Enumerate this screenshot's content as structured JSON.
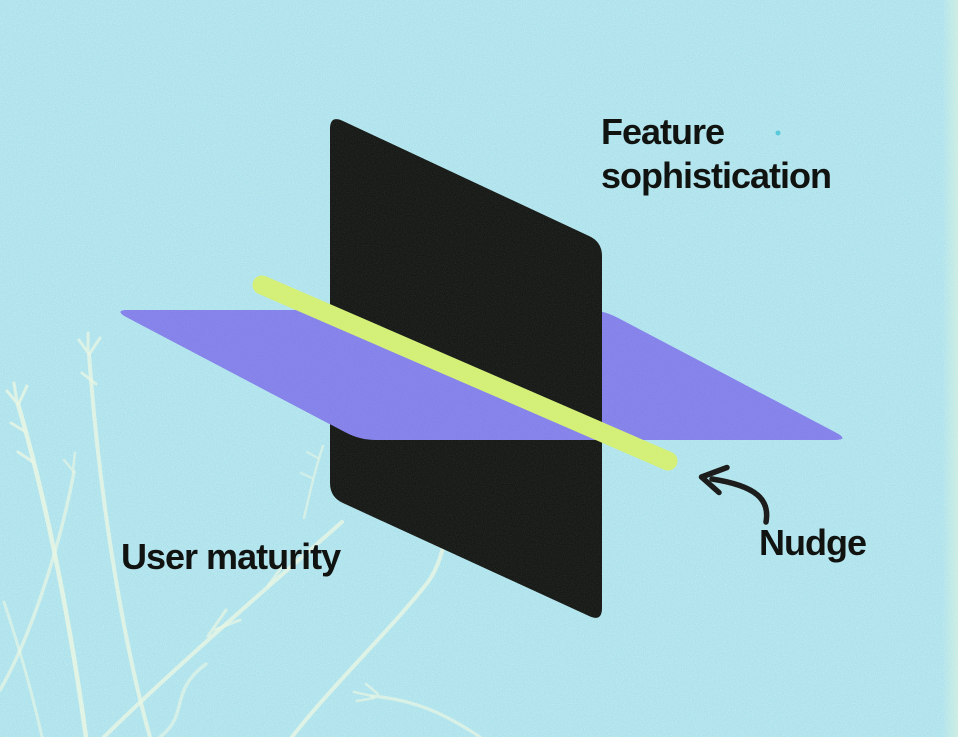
{
  "title": "Nudge concept diagram",
  "diagram": {
    "labels": {
      "feature_sophistication": "Feature sophistication",
      "user_maturity": "User maturity",
      "nudge": "Nudge"
    },
    "shapes": {
      "black_plane": "vertical plane representing feature sophistication",
      "purple_plane": "horizontal plane representing user maturity",
      "nudge_line": "yellow-green intersection line labeled Nudge",
      "arrow": "curved-arrow-icon pointing from Nudge label to the line"
    }
  },
  "colors": {
    "bg": "#a9e1ec",
    "ink": "#141714",
    "purple": "#8380ea",
    "nudge": "#d3ef74",
    "plant": "#eef8e2",
    "text": "#111311"
  }
}
